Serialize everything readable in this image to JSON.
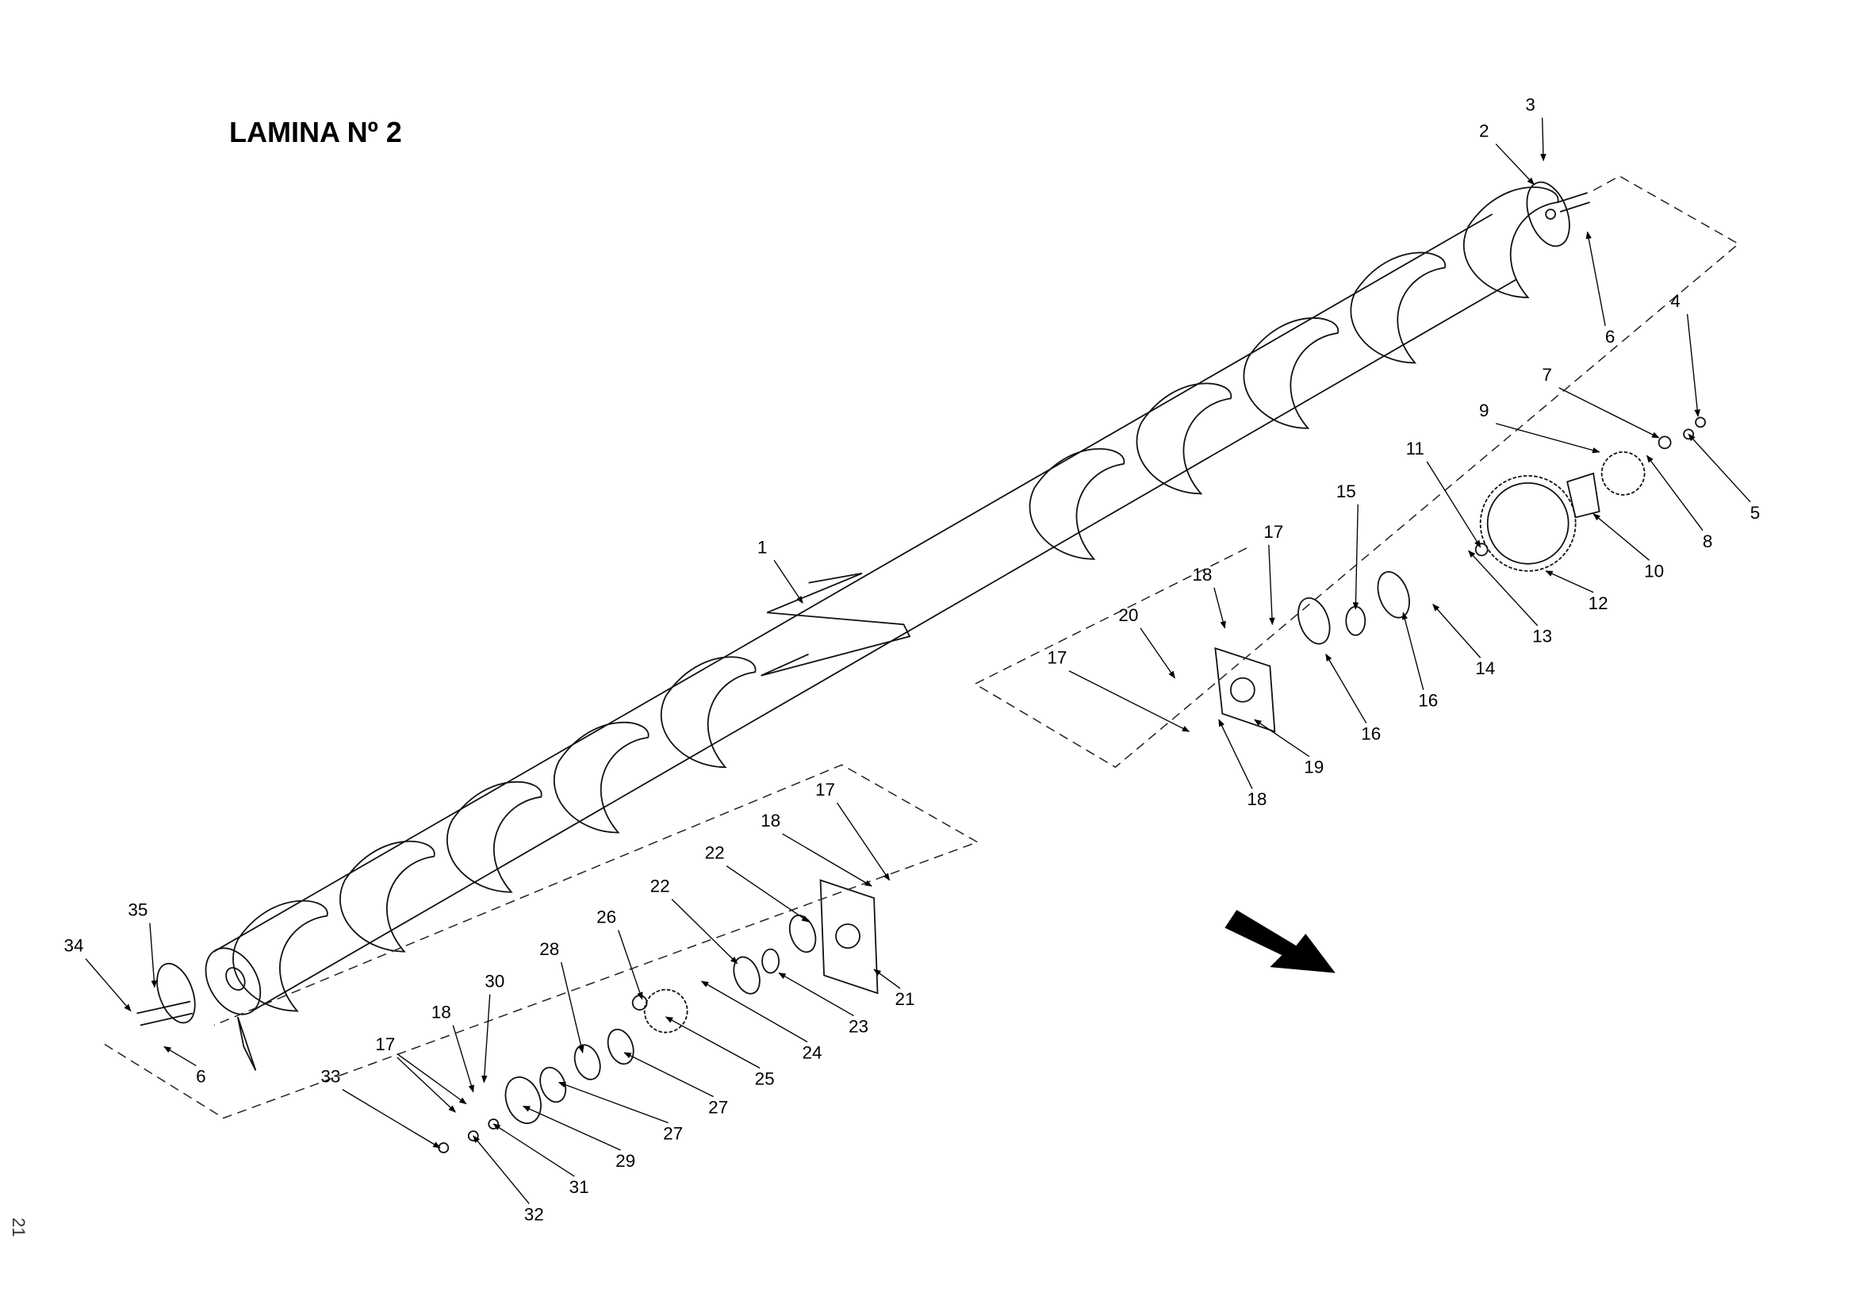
{
  "title": "LAMINA Nº 2",
  "page_number": "21",
  "callouts": [
    "3",
    "2",
    "6",
    "4",
    "7",
    "5",
    "9",
    "8",
    "11",
    "10",
    "12",
    "13",
    "14",
    "15",
    "16",
    "16",
    "17",
    "18",
    "20",
    "17",
    "19",
    "18",
    "1",
    "17",
    "18",
    "22",
    "22",
    "21",
    "23",
    "26",
    "24",
    "28",
    "25",
    "30",
    "27",
    "18",
    "17",
    "27",
    "29",
    "33",
    "31",
    "32",
    "35",
    "34",
    "6"
  ]
}
